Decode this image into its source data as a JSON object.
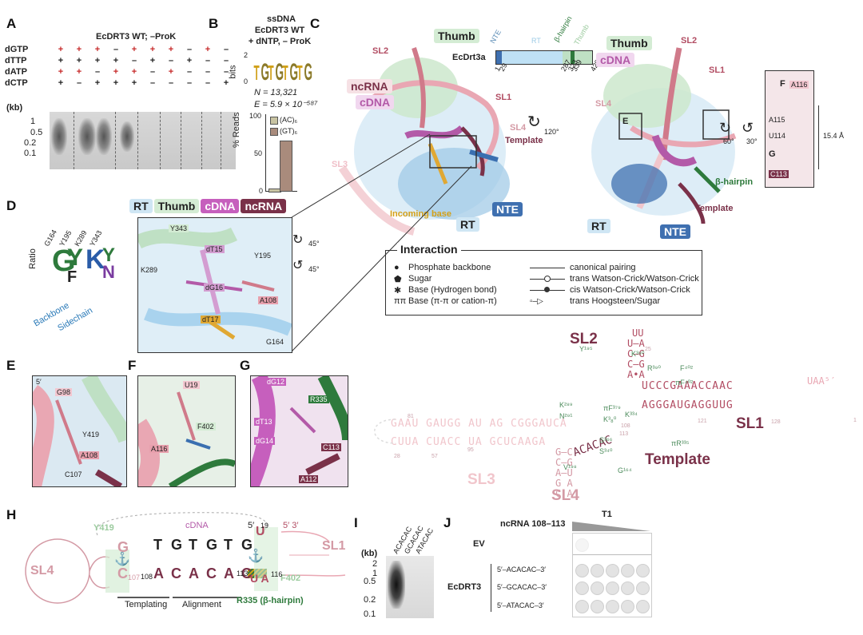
{
  "panels": {
    "A": {
      "letter": "A",
      "title": "EcDRT3 WT; –ProK",
      "row_labels": [
        "dGTP",
        "dTTP",
        "dATP",
        "dCTP"
      ],
      "signs": [
        [
          "+",
          "+",
          "+",
          "–",
          "+",
          "+",
          "+",
          "–",
          "+",
          "–"
        ],
        [
          "+",
          "+",
          "+",
          "+",
          "–",
          "+",
          "–",
          "+",
          "–",
          "–"
        ],
        [
          "+",
          "+",
          "–",
          "+",
          "+",
          "–",
          "+",
          "–",
          "–",
          "–"
        ],
        [
          "+",
          "–",
          "+",
          "+",
          "+",
          "–",
          "–",
          "–",
          "–",
          "+"
        ]
      ],
      "kb_label": "(kb)",
      "ladder": [
        "1",
        "0.5",
        "0.2",
        "0.1"
      ]
    },
    "B": {
      "letter": "B",
      "title_line1": "ssDNA",
      "title_line2": "EcDRT3 WT",
      "title_line3": "+ dNTP, – ProK",
      "bits_label": "bits",
      "bits_ticks": [
        "2",
        "0"
      ],
      "logo_seq": "TGTGTGTG",
      "n_text": "N = 13,321",
      "e_text": "E = 5.9 × 10⁻⁵⁸⁷",
      "legend": [
        "(AC)₆",
        "(GT)₆"
      ],
      "ylabel": "% Reads",
      "yticks": [
        "100",
        "50",
        "0"
      ]
    },
    "C": {
      "letter": "C",
      "domain_bar_title": "EcDrt3a",
      "domain_names": [
        "NTE",
        "RT",
        "β-hairpin",
        "Thumb"
      ],
      "domain_ticks": [
        "1",
        "29",
        "287",
        "323",
        "339",
        "420"
      ],
      "labels_left": [
        "Thumb",
        "SL2",
        "ncRNA",
        "cDNA",
        "SL1",
        "SL4",
        "Template",
        "SL3",
        "Incoming base",
        "NTE",
        "RT"
      ],
      "rotation1": "120°",
      "labels_right": [
        "Thumb",
        "SL2",
        "cDNA",
        "SL1",
        "SL4",
        "E",
        "β-hairpin",
        "Template",
        "RT",
        "NTE"
      ],
      "rotation2a": "60°",
      "rotation2b": "30°",
      "inset_labels": [
        "F",
        "A116",
        "A115",
        "U114",
        "G",
        "C113"
      ],
      "distance": "15.4 Å"
    },
    "D": {
      "letter": "D",
      "residues": [
        "G164",
        "Y195",
        "K289",
        "Y343"
      ],
      "ylabel": "Ratio",
      "x_backbone": "Backbone",
      "x_sidechain": "Sidechain",
      "chips": [
        "RT",
        "Thumb",
        "cDNA",
        "ncRNA"
      ],
      "zoom_labels": [
        "Y343",
        "dT15",
        "Y195",
        "K289",
        "dG16",
        "A108",
        "dT17",
        "G164"
      ],
      "rot": [
        "45°",
        "45°"
      ]
    },
    "legend": {
      "title": "Interaction",
      "items_left": [
        "Phosphate backbone",
        "Sugar",
        "Base (Hydrogen bond)",
        "Base (π-π or cation-π)"
      ],
      "items_right": [
        "canonical pairing",
        "trans Watson-Crick/Watson-Crick",
        "cis Watson-Crick/Watson-Crick",
        "trans Hoogsteen/Sugar"
      ]
    },
    "E": {
      "letter": "E",
      "labels": [
        "5′",
        "G98",
        "Y419",
        "A108",
        "C107"
      ]
    },
    "F": {
      "letter": "F",
      "labels": [
        "U19",
        "F402",
        "A116"
      ]
    },
    "G": {
      "letter": "G",
      "labels": [
        "dG12",
        "R335",
        "dT13",
        "dG14",
        "C113",
        "A112"
      ]
    },
    "secondary": {
      "SL2": "SL2",
      "SL1": "SL1",
      "SL3": "SL3",
      "SL4": "SL4",
      "Template": "Template",
      "sl2_loop": "UU",
      "sl2_stem": [
        "U–A",
        "C–G",
        "C–G",
        "A•A"
      ],
      "top_strand": "UCCCGAAACCAAC",
      "bottom_strand": "AGGGAUGAGGUUG",
      "tail": "UAA⁵′",
      "left_top": "GAAU GAUGG AU AG CGGGAUCA",
      "left_bottom": "CUUA CUACC UA GCUCAAGA",
      "template_col": "ACACAC",
      "sl4_stem": [
        "G–C",
        "C–G",
        "A–U",
        "G A",
        "C A"
      ],
      "residues": [
        "Y¹⁹⁵",
        "K³⁹⁰",
        "R³⁹⁰",
        "F⁴⁰²",
        "πF⁴⁰²",
        "K³³⁴",
        "K²⁸⁹",
        "N²⁹¹",
        "πF³⁷⁹",
        "K³₈⁰",
        "S³⁶⁶",
        "S³⁴⁰",
        "πR³³⁵",
        "V¹⁹⁸",
        "G¹⁶⁴"
      ],
      "numbers": [
        "25",
        "81",
        "95",
        "121",
        "128",
        "28",
        "57",
        "108",
        "113",
        "1"
      ]
    },
    "H": {
      "letter": "H",
      "cDNA": "cDNA",
      "five": "5′",
      "five3": "5′ 3′",
      "top_seq": [
        "T",
        "G",
        "T",
        "G",
        "T",
        "G"
      ],
      "bottom_seq": [
        "A",
        "C",
        "A",
        "C",
        "A",
        "C"
      ],
      "templating": "Templating",
      "alignment": "Alignment",
      "Y419": "Y419",
      "F402": "F402",
      "R335": "R335 (β-hairpin)",
      "SL4": "SL4",
      "SL1": "SL1",
      "nums": [
        "108",
        "113",
        "19",
        "116",
        "107"
      ]
    },
    "I": {
      "letter": "I",
      "lanes": [
        "ACACAC",
        "GCACAC",
        "ATACAC"
      ],
      "kb": "(kb)",
      "ladder": [
        "2",
        "1",
        "0.5",
        "0.2",
        "0.1"
      ]
    },
    "J": {
      "letter": "J",
      "header": "ncRNA 108–113",
      "t1": "T1",
      "rows": [
        {
          "label": "EV",
          "seq": "5′–ACACAC–3′",
          "show_seq": false
        },
        {
          "label": "",
          "seq": "5′–ACACAC–3′",
          "show_seq": true
        },
        {
          "label": "EcDRT3",
          "seq": "5′–GCACAC–3′",
          "show_seq": true
        },
        {
          "label": "",
          "seq": "5′–ATACAC–3′",
          "show_seq": true
        }
      ]
    }
  }
}
